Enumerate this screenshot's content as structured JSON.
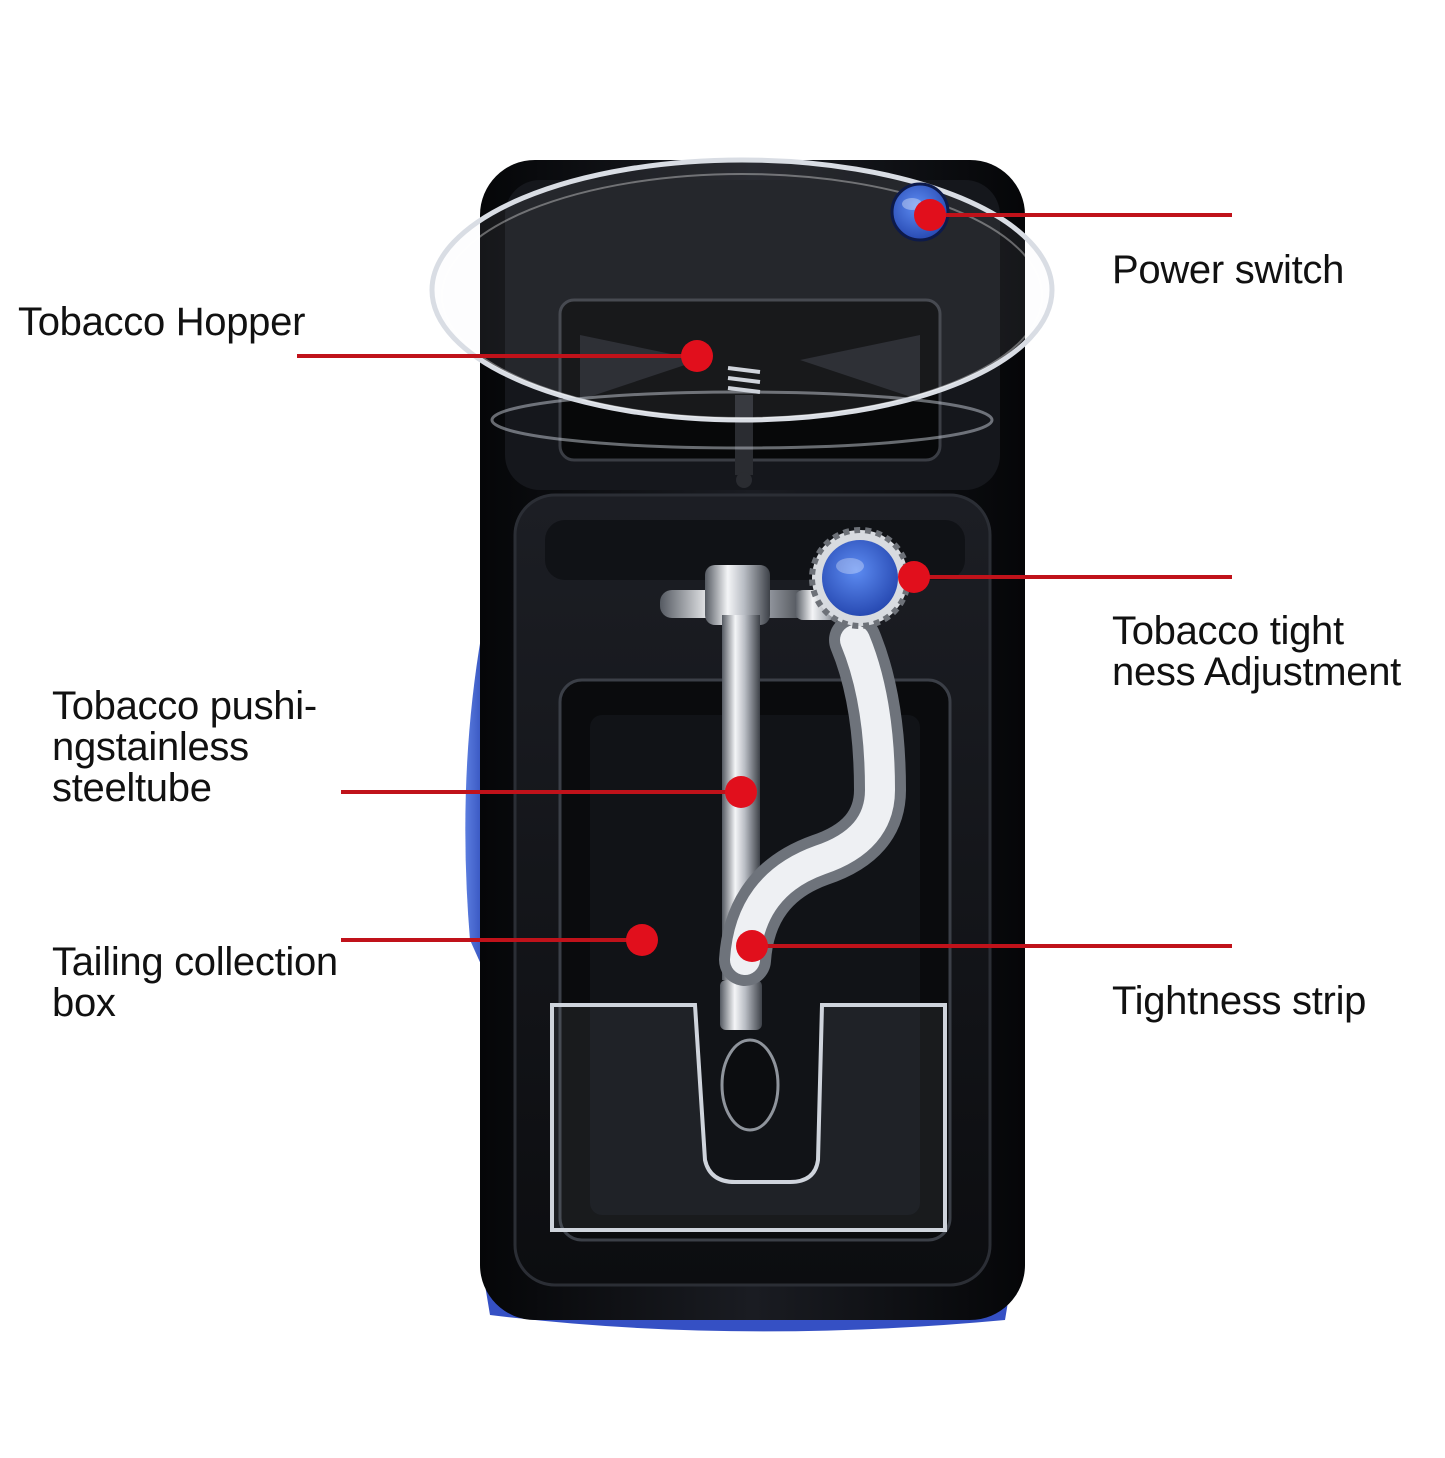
{
  "colors": {
    "callout_red": "#c0121a",
    "dot_red": "#e10f1c",
    "body_black": "#0b0c0f",
    "accent_blue": "#2f5fd6",
    "label_text": "#111111"
  },
  "labels": {
    "power_switch": [
      "Power switch"
    ],
    "tobacco_hopper": [
      "Tobacco Hopper"
    ],
    "tightness_adjustment": [
      "Tobacco tight",
      "ness Adjustment"
    ],
    "stainless_tube": [
      "Tobacco pushi-",
      "ngstainless",
      "steeltube"
    ],
    "tailing_box": [
      "Tailing collection",
      "box"
    ],
    "tightness_strip": [
      "Tightness strip"
    ]
  },
  "icons": {
    "power_button": "blue-round-button-icon",
    "adjust_knob": "blue-gear-knob-icon"
  }
}
